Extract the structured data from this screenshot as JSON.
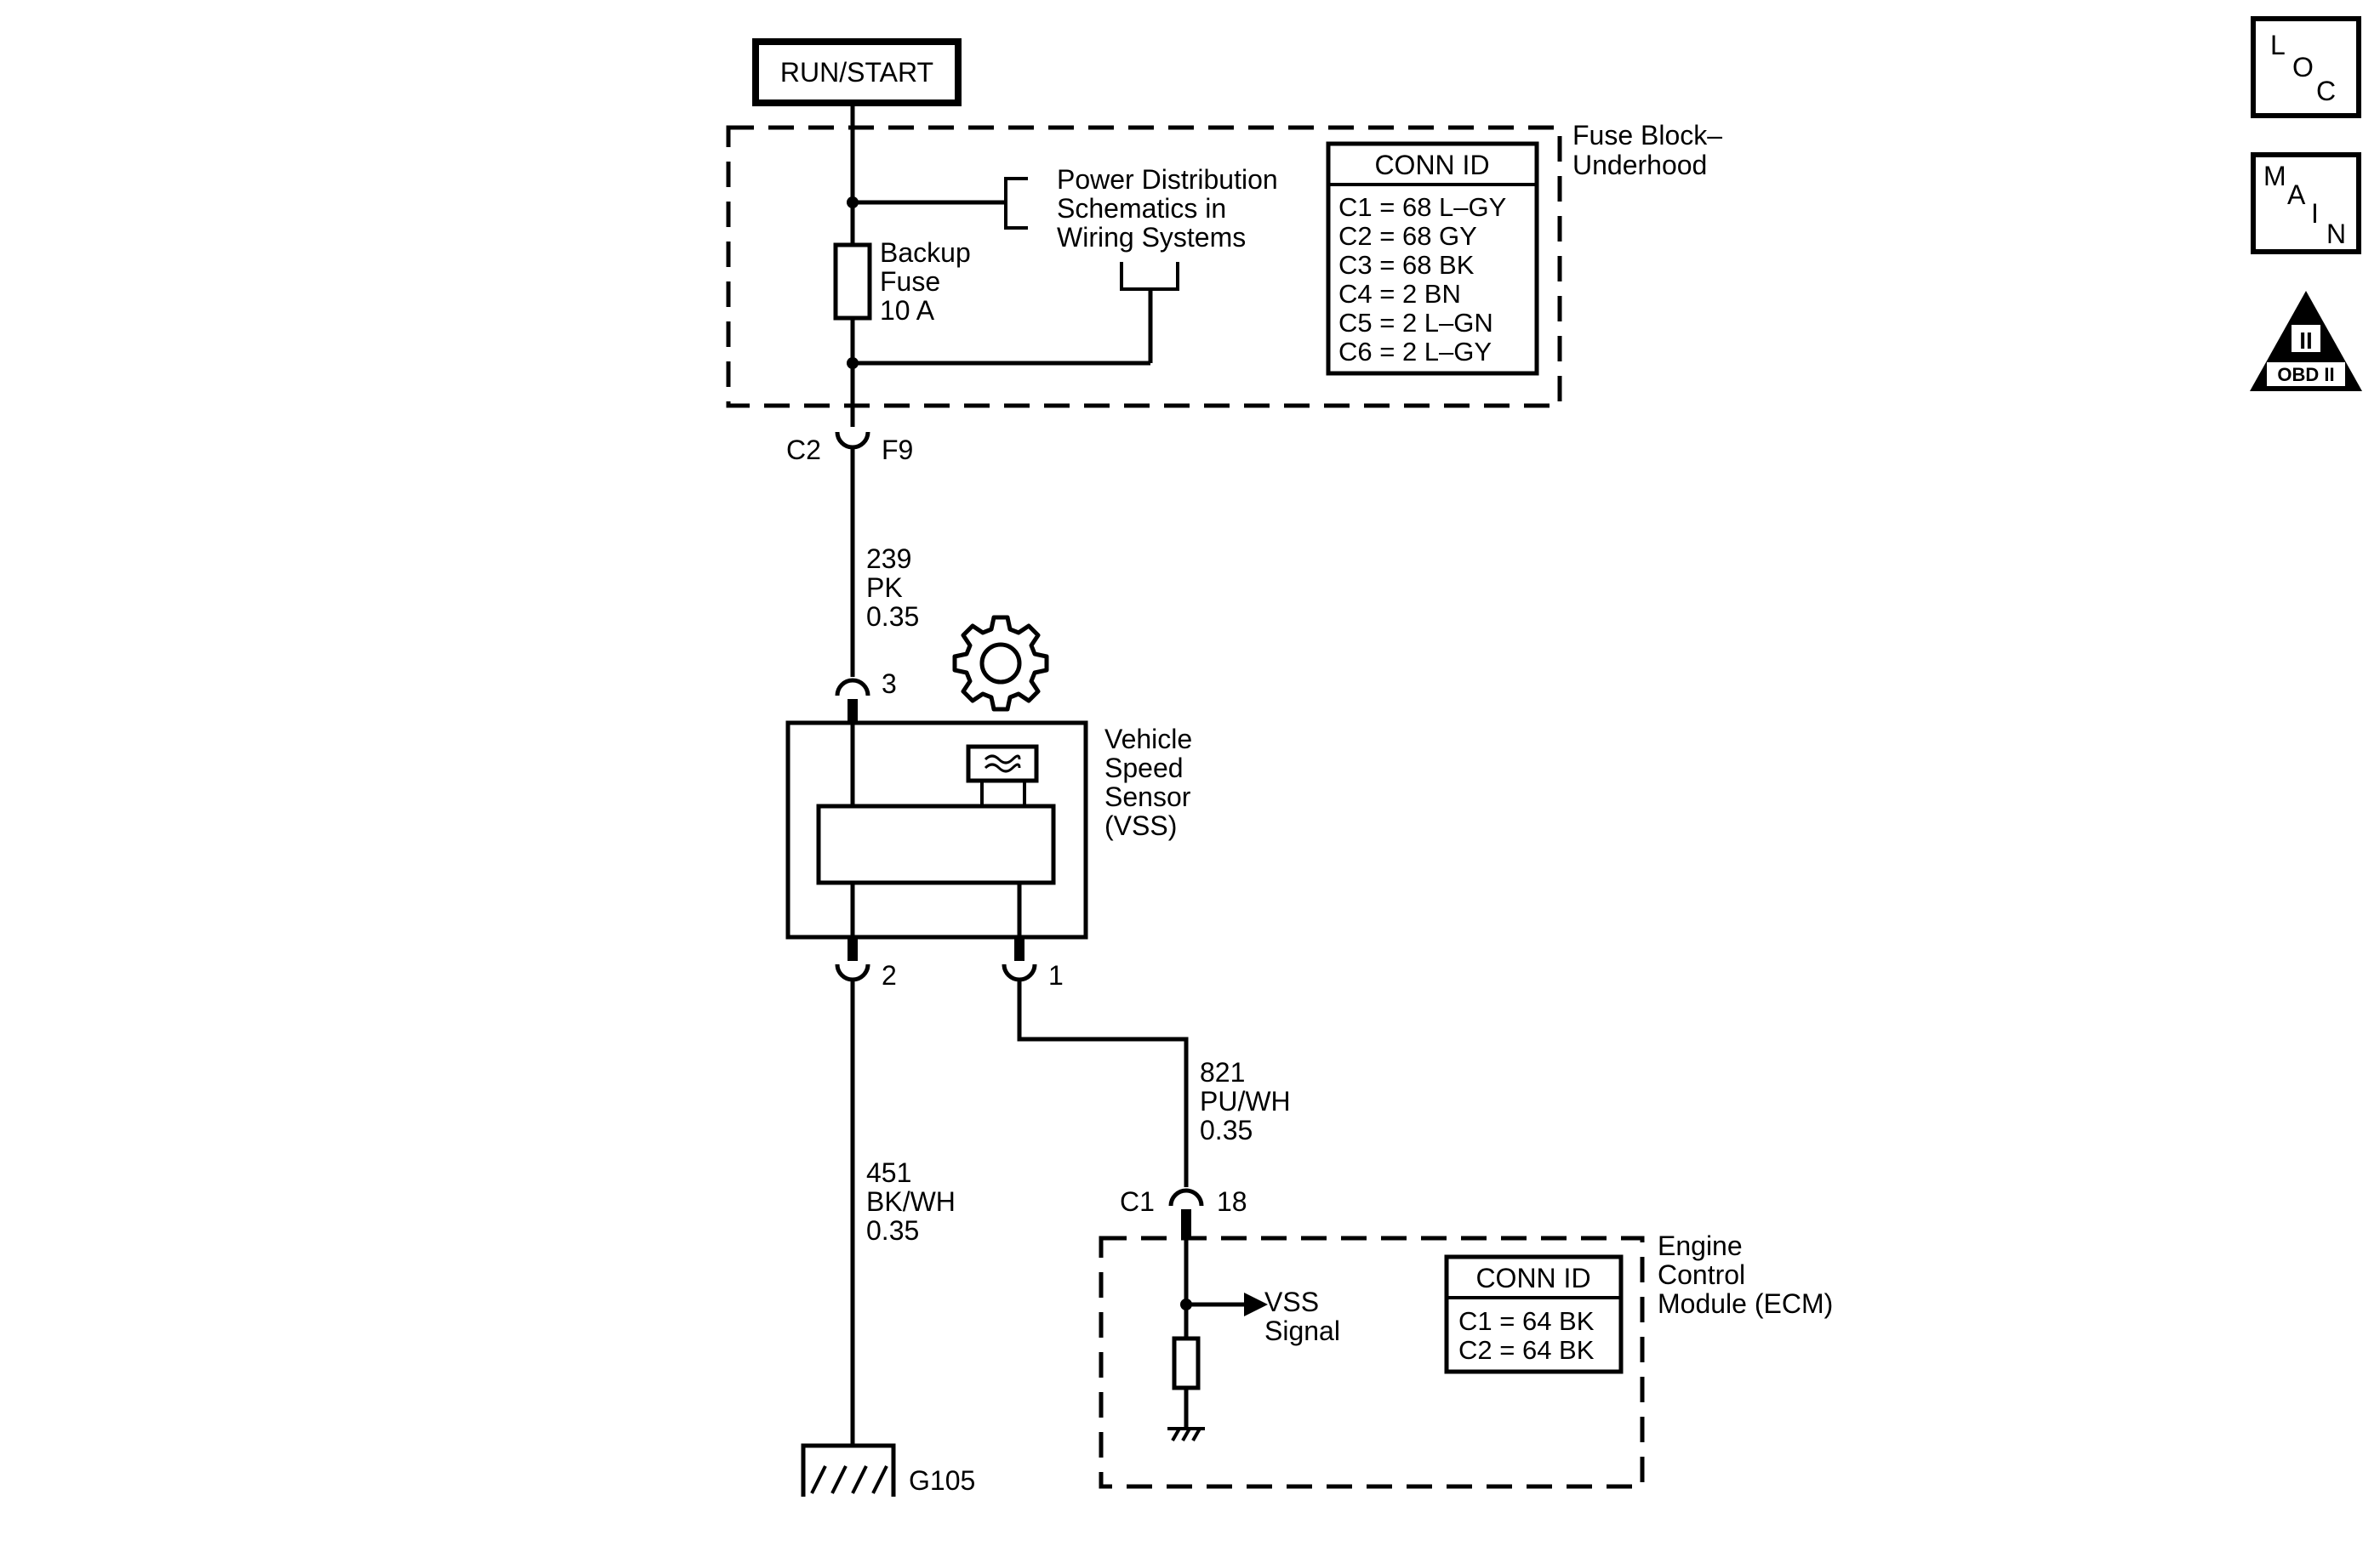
{
  "run_start": "RUN/START",
  "fuse_block": {
    "title_line1": "Fuse Block–",
    "title_line2": "Underhood",
    "conn_header": "CONN ID",
    "conns": [
      "C1 = 68 L–GY",
      "C2 = 68 GY",
      "C3 = 68 BK",
      "C4 = 2 BN",
      "C5 = 2 L–GN",
      "C6 = 2 L–GY"
    ],
    "fuse_line1": "Backup",
    "fuse_line2": "Fuse",
    "fuse_line3": "10 A",
    "power_dist_line1": "Power Distribution",
    "power_dist_line2": "Schematics in",
    "power_dist_line3": "Wiring Systems"
  },
  "c2_connector": {
    "conn": "C2",
    "pin": "F9"
  },
  "wire_239": {
    "circuit": "239",
    "color": "PK",
    "gauge": "0.35"
  },
  "vss": {
    "pin_top": "3",
    "pin_left": "2",
    "pin_right": "1",
    "name_line1": "Vehicle",
    "name_line2": "Speed",
    "name_line3": "Sensor",
    "name_line4": "(VSS)"
  },
  "wire_821": {
    "circuit": "821",
    "color": "PU/WH",
    "gauge": "0.35"
  },
  "wire_451": {
    "circuit": "451",
    "color": "BK/WH",
    "gauge": "0.35"
  },
  "ground": {
    "label": "G105"
  },
  "ecm": {
    "conn": "C1",
    "pin": "18",
    "signal_line1": "VSS",
    "signal_line2": "Signal",
    "title_line1": "Engine",
    "title_line2": "Control",
    "title_line3": "Module (ECM)",
    "conn_header": "CONN ID",
    "conns": [
      "C1 = 64 BK",
      "C2 = 64 BK"
    ]
  },
  "side_icons": {
    "loc": {
      "l": "L",
      "o": "O",
      "c": "C",
      "icon": "loc-icon"
    },
    "main": {
      "m": "M",
      "a": "A",
      "i": "I",
      "n": "N",
      "icon": "main-icon"
    },
    "obd": {
      "roman": "II",
      "label": "OBD II",
      "icon": "obd-ii-icon"
    }
  }
}
